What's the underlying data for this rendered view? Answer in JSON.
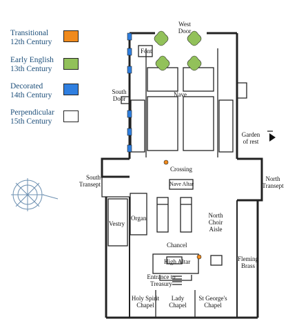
{
  "legend": {
    "items": [
      {
        "line1": "Transitional",
        "line2": "12th Century",
        "color": "#f08a1c"
      },
      {
        "line1": "Early English",
        "line2": "13th Century",
        "color": "#92c15a"
      },
      {
        "line1": "Decorated",
        "line2": "14th Century",
        "color": "#2f7fe0"
      },
      {
        "line1": "Perpendicular",
        "line2": "15th Century",
        "color": "#ffffff"
      }
    ]
  },
  "labels": {
    "west_door": [
      "West",
      "Door"
    ],
    "font": "Font",
    "nave": "Nave",
    "south_door": [
      "South",
      "Door"
    ],
    "garden": [
      "Garden",
      "of rest"
    ],
    "crossing": "Crossing",
    "nave_altar": "Nave Altar",
    "south_transept": [
      "South",
      "Transept"
    ],
    "north_transept": [
      "North",
      "Transept"
    ],
    "vestry": "Vestry",
    "organ": "Organ",
    "north_choir_aisle": [
      "North",
      "Choir",
      "Aisle"
    ],
    "chancel": "Chancel",
    "high_altar": "High Altar",
    "entrance_treasury": [
      "Entrance to",
      "Treasury"
    ],
    "fleming_brass": [
      "Fleming",
      "Brass"
    ],
    "holy_spirit_chapel": [
      "Holy Spirit",
      "Chapel"
    ],
    "lady_chapel": [
      "Lady",
      "Chapel"
    ],
    "st_georges_chapel": [
      "St George's",
      "Chapel"
    ]
  },
  "colors": {
    "wall": "#222222",
    "line_text": "#1d4f7a"
  }
}
